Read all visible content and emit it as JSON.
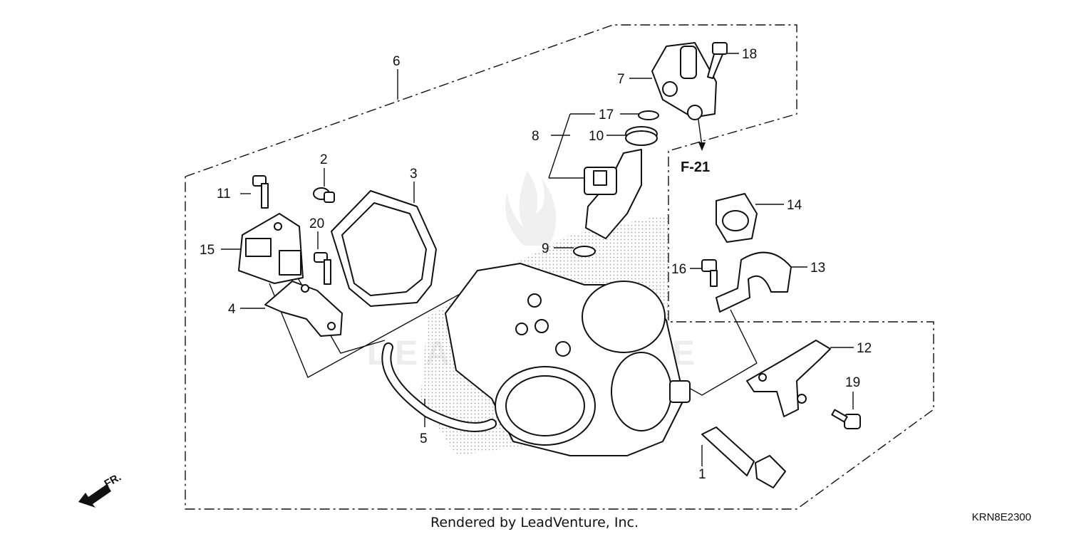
{
  "callouts": [
    {
      "id": "1",
      "text": "1"
    },
    {
      "id": "2",
      "text": "2"
    },
    {
      "id": "3",
      "text": "3"
    },
    {
      "id": "4",
      "text": "4"
    },
    {
      "id": "5",
      "text": "5"
    },
    {
      "id": "6",
      "text": "6"
    },
    {
      "id": "7",
      "text": "7"
    },
    {
      "id": "8",
      "text": "8"
    },
    {
      "id": "9",
      "text": "9"
    },
    {
      "id": "10",
      "text": "10"
    },
    {
      "id": "11",
      "text": "11"
    },
    {
      "id": "12",
      "text": "12"
    },
    {
      "id": "13",
      "text": "13"
    },
    {
      "id": "14",
      "text": "14"
    },
    {
      "id": "15",
      "text": "15"
    },
    {
      "id": "16",
      "text": "16"
    },
    {
      "id": "17",
      "text": "17"
    },
    {
      "id": "18",
      "text": "18"
    },
    {
      "id": "19",
      "text": "19"
    },
    {
      "id": "20",
      "text": "20"
    }
  ],
  "reference": "F-21",
  "direction_label": "FR.",
  "credit": "Rendered by LeadVenture, Inc.",
  "diagram_code": "KRN8E2300",
  "watermark": "LEADVENTURE",
  "colors": {
    "ink": "#111111",
    "background": "#ffffff",
    "watermark": "#e2e2e2"
  }
}
